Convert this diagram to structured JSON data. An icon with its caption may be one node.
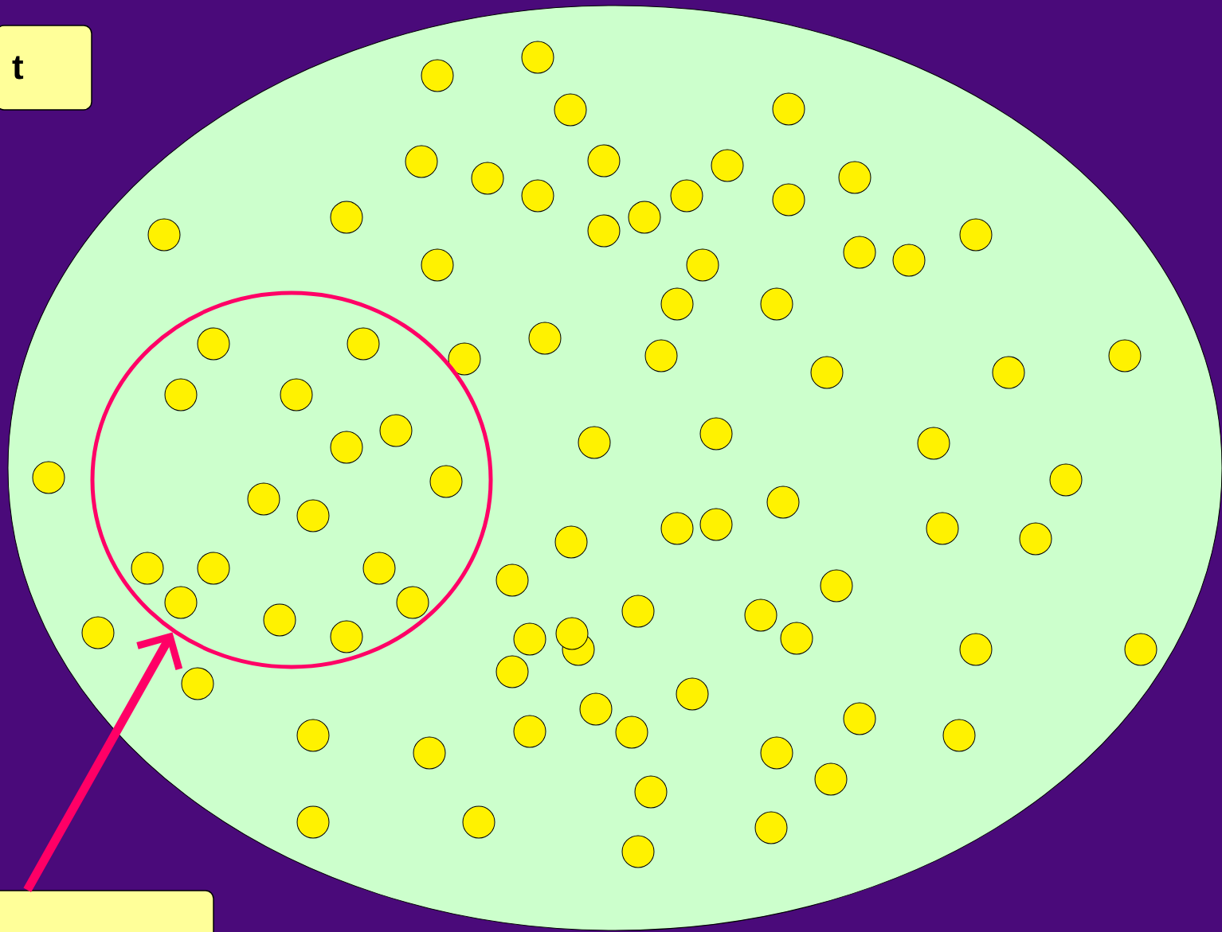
{
  "diagram": {
    "nodes": [
      {
        "text": [
          "t"
        ]
      },
      {
        "text": [],
        "shape": "ellipse"
      },
      {
        "text": [],
        "shape": "circle",
        "in": 1
      },
      {
        "text": [],
        "shape": "box"
      }
    ],
    "edges": [
      {
        "from": 3,
        "to": 2,
        "arrow": "to",
        "color": "#ff0066"
      }
    ]
  }
}
